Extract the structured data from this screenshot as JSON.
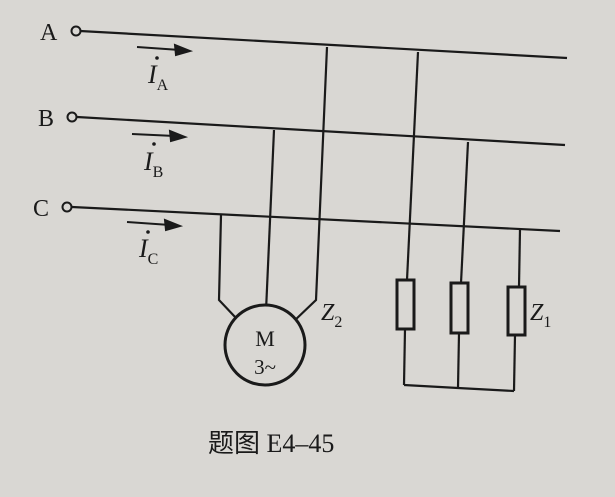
{
  "figure": {
    "caption": "题图 E4–45",
    "terminals": [
      {
        "id": "A",
        "label": "A"
      },
      {
        "id": "B",
        "label": "B"
      },
      {
        "id": "C",
        "label": "C"
      }
    ],
    "currents": [
      {
        "symbol": "I",
        "subscript": "A"
      },
      {
        "symbol": "I",
        "subscript": "B"
      },
      {
        "symbol": "I",
        "subscript": "C"
      }
    ],
    "motor": {
      "label_top": "M",
      "label_bottom": "3~",
      "impedance": "Z",
      "impedance_sub": "2"
    },
    "load": {
      "impedance": "Z",
      "impedance_sub": "1"
    },
    "colors": {
      "background": "#d9d7d3",
      "ink": "#1a1a1a"
    }
  }
}
